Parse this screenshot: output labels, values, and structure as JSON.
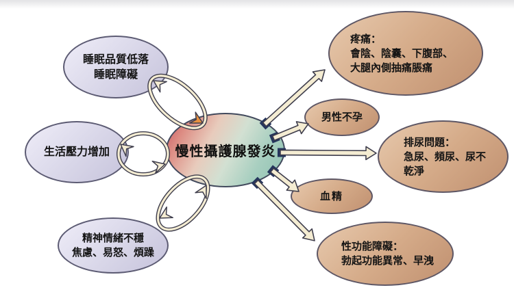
{
  "diagram": {
    "title_implicit": "慢性攝護腺發炎",
    "center": {
      "label": "慢性攝護腺發炎"
    },
    "causes": [
      {
        "id": "sleep",
        "lines": [
          "睡眠品質低落",
          "睡眠障礙"
        ]
      },
      {
        "id": "stress",
        "lines": [
          "生活壓力增加"
        ]
      },
      {
        "id": "emotion",
        "lines": [
          "精神情緒不穩",
          "焦慮、易怒、煩躁"
        ]
      }
    ],
    "symptoms": [
      {
        "id": "pain",
        "lines": [
          "疼痛：",
          "會陰、陰囊、下腹部、",
          "大腿內側抽痛脹痛"
        ]
      },
      {
        "id": "infertility",
        "lines": [
          "男性不孕"
        ]
      },
      {
        "id": "urination",
        "lines": [
          "排尿問題：",
          "急尿、頻尿、尿不",
          "乾淨"
        ]
      },
      {
        "id": "hematospermia",
        "lines": [
          "血精"
        ]
      },
      {
        "id": "sexual",
        "lines": [
          "性功能障礙：",
          "勃起功能異常、早洩"
        ]
      }
    ],
    "palette": {
      "cause_fill": "#d8d5e8",
      "cause_border": "#5c5b73",
      "symptom_fill": "#cfa585",
      "symptom_border": "#5e5765",
      "center_red": "#c75560",
      "center_teal": "#8ec1b1",
      "arrow_fill": "#f4ecd2",
      "arrow_outline": "#3e3d4c",
      "arrow_base_navy": "#25355c",
      "cycle_orange_head": "#e89140",
      "text": "#141414",
      "background": "#ffffff"
    }
  }
}
